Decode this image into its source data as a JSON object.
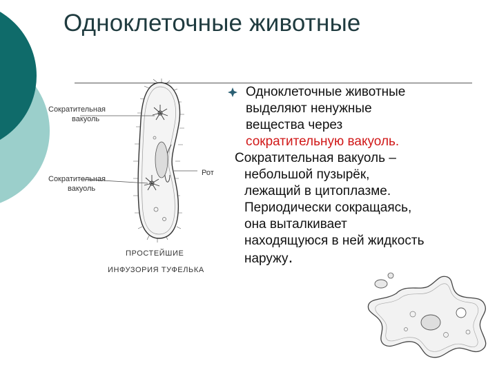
{
  "slide": {
    "title": "Одноклеточные животные"
  },
  "figure": {
    "label_vacuole_top_line1": "Сократительная",
    "label_vacuole_top_line2": "вакуоль",
    "label_vacuole_bottom_line1": "Сократительная",
    "label_vacuole_bottom_line2": "вакуоль",
    "label_mouth": "Рот",
    "caption_line1": "ПРОСТЕЙШИЕ",
    "caption_line2": "ИНФУЗОРИЯ ТУФЕЛЬКА"
  },
  "text": {
    "bullet_line1": "Одноклеточные животные",
    "bullet_line2": "выделяют ненужные",
    "bullet_line3": "вещества через",
    "bullet_line4_red": "сократительную вакуоль.",
    "para_line1": "Сократительная вакуоль –",
    "para_line2": "небольшой пузырёк,",
    "para_line3": "лежащий в цитоплазме.",
    "para_line4": "Периодически сокращаясь,",
    "para_line5": "она выталкивает",
    "para_line6": "находящуюся в ней жидкость",
    "para_line7": "наружу",
    "para_end": "."
  },
  "colors": {
    "teal_dark": "#0f6b6a",
    "teal_light": "#9bcfcb",
    "accent_red": "#d01818",
    "bullet": "#2b5f73"
  },
  "icons": {
    "bullet": "diamond-bullet-icon"
  }
}
